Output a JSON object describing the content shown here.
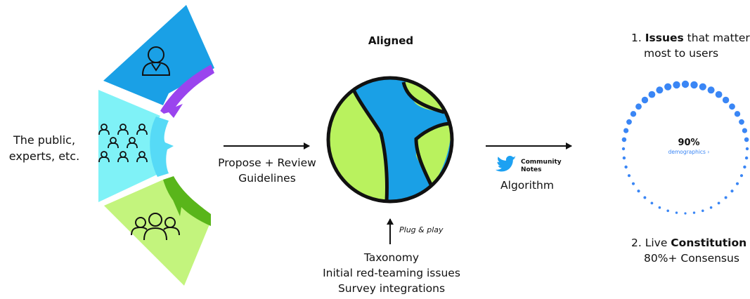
{
  "left_label": [
    "The public,",
    "experts, etc."
  ],
  "propose_label": [
    "Propose + Review",
    "Guidelines"
  ],
  "aligned_title": "Aligned",
  "algorithm_label": "Algorithm",
  "community_notes": [
    "Community",
    "Notes"
  ],
  "plug_label": "Plug & play",
  "taxonomy_lines": [
    "Taxonomy",
    "Initial red-teaming issues",
    "Survey integrations"
  ],
  "issues": {
    "number": "1.",
    "bold": "Issues",
    "rest1": " that matter",
    "rest2": "most to users"
  },
  "constitution": {
    "number": "2. Live ",
    "bold": "Constitution",
    "line2": "80%+ Consensus"
  },
  "ring": {
    "percent": "90%",
    "caption": "demographics ›"
  },
  "icons": [
    "person-icon",
    "crowd-icon",
    "group-icon",
    "twitter-bird-icon",
    "globe-icon"
  ],
  "colors": {
    "blue_segment": "#1aa0e6",
    "cyan_segment": "#7ff2f7",
    "green_segment": "#c3f47d",
    "purple_accent": "#9a44ee",
    "dark_green_accent": "#59b51a",
    "cyan_accent": "#56daf6",
    "globe_water": "#1aa0e6",
    "globe_land": "#b9f25e",
    "ring_dots": "#3a86f5",
    "twitter_blue": "#1da1f2"
  }
}
